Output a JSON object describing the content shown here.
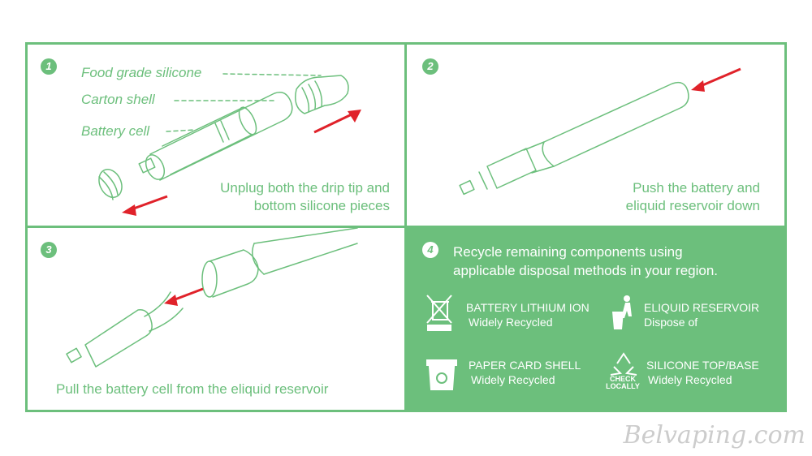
{
  "steps": [
    {
      "number": "1",
      "caption_line1": "Unplug both the drip tip and",
      "caption_line2": "bottom silicone pieces"
    },
    {
      "number": "2",
      "caption_line1": "Push the battery and",
      "caption_line2": "eliquid reservoir down"
    },
    {
      "number": "3",
      "caption": "Pull the battery cell from the eliquid reservoir"
    },
    {
      "number": "4",
      "caption_line1": "Recycle remaining components using",
      "caption_line2": "applicable disposal methods in your region."
    }
  ],
  "labels": {
    "food_grade": "Food grade silicone",
    "carton_shell": "Carton shell",
    "battery_cell": "Battery cell"
  },
  "recycle": [
    {
      "title": "BATTERY LITHIUM ION",
      "status": "Widely Recycled",
      "icon": "crossed-bin-icon"
    },
    {
      "title": "ELIQUID RESERVOIR",
      "status": "Dispose of",
      "icon": "tidyman-icon"
    },
    {
      "title": "PAPER CARD SHELL",
      "status": "Widely Recycled",
      "icon": "recycle-bin-icon"
    },
    {
      "title": "SILICONE TOP/BASE",
      "status": "Widely Recycled",
      "icon": "check-locally-icon"
    }
  ],
  "check_locally": {
    "line1": "CHECK",
    "line2": "LOCALLY"
  },
  "watermark": "Belvaping.com",
  "colors": {
    "green": "#6cbf7c",
    "arrow": "#e0222a"
  }
}
